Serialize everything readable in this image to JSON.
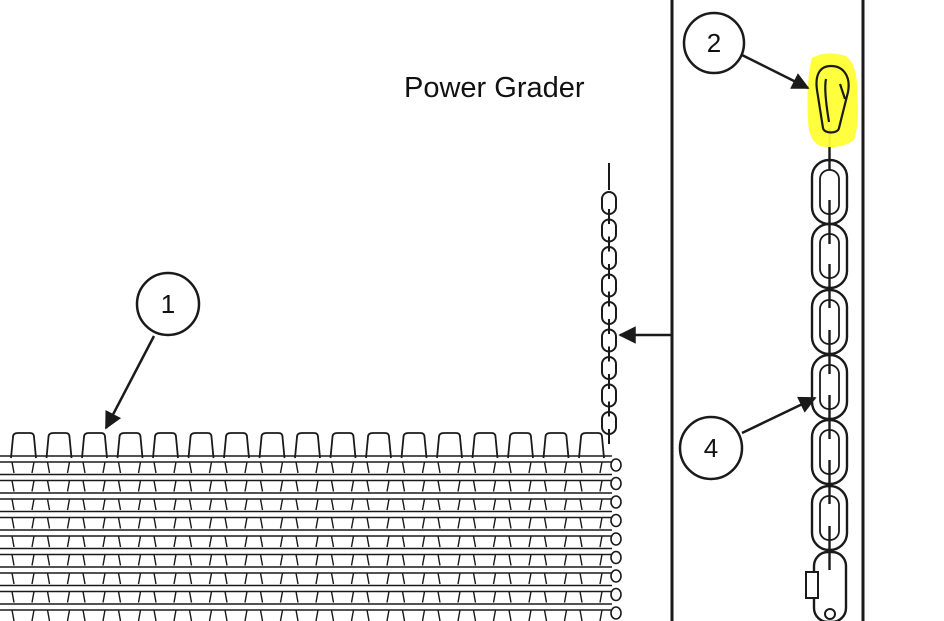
{
  "title": "Power Grader",
  "callouts": [
    {
      "id": "mat",
      "number": "1"
    },
    {
      "id": "carabiner",
      "number": "2"
    },
    {
      "id": "chain",
      "number": "4"
    }
  ],
  "colors": {
    "line": "#1a1a1a",
    "highlight": "#ffff33",
    "background": "#ffffff"
  }
}
